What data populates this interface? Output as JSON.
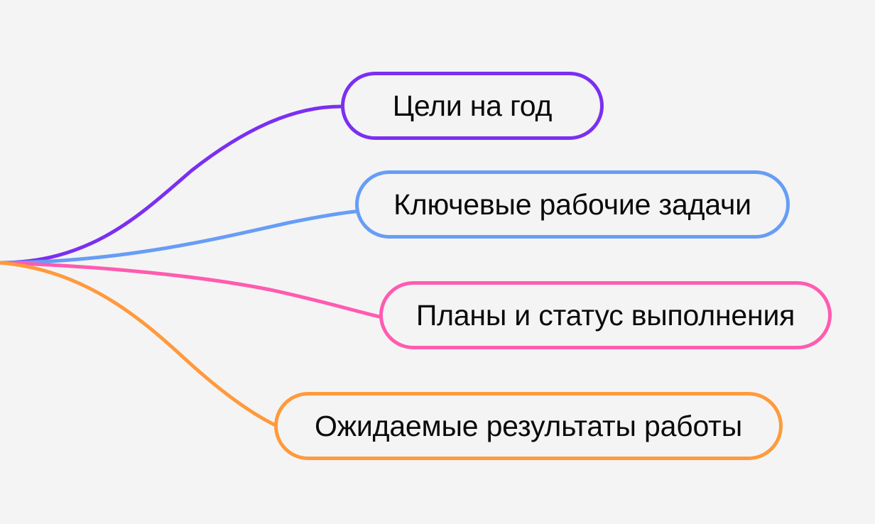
{
  "diagram": {
    "branches": [
      {
        "id": "goals",
        "label": "Цели на год",
        "color": "#7b2ff2"
      },
      {
        "id": "tasks",
        "label": "Ключевые рабочие задачи",
        "color": "#669df6"
      },
      {
        "id": "plans",
        "label": "Планы и статус выполнения",
        "color": "#ff5bb0"
      },
      {
        "id": "results",
        "label": "Ожидаемые результаты работы",
        "color": "#ff9a3c"
      }
    ]
  }
}
